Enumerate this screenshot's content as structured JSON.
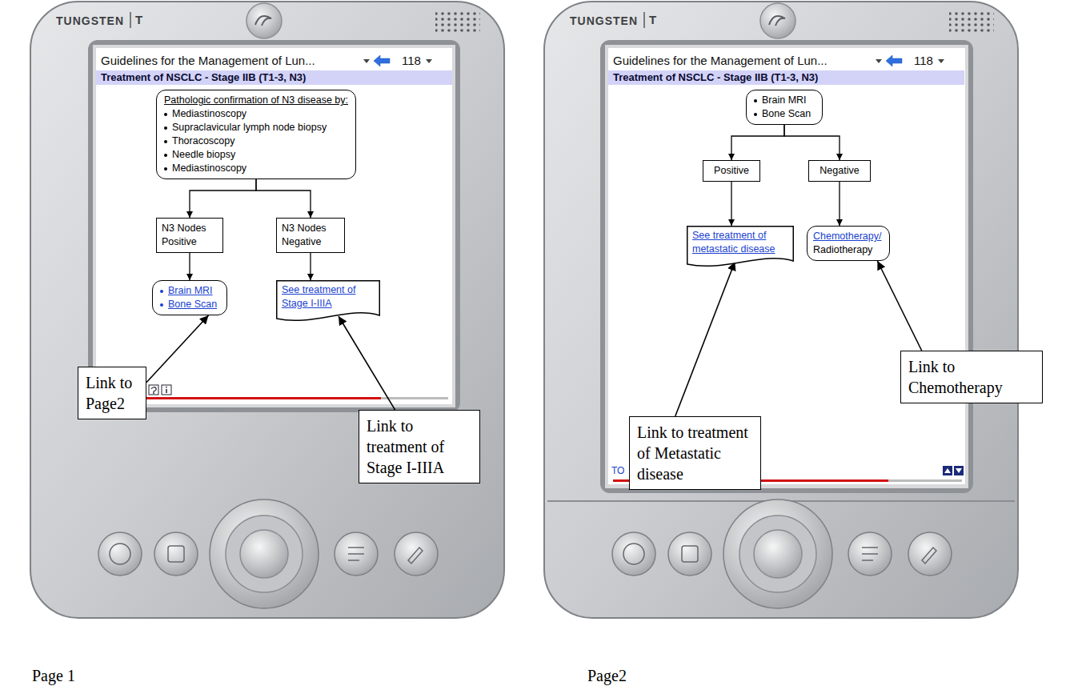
{
  "diagram": {
    "nodes": [
      {
        "text": [
          "Guidelines for the Management of Lun...",
          "118",
          "Treatment of NSCLC - Stage IIB (T1-3, N3)"
        ]
      },
      {
        "text": [
          "Pathologic confirmation of N3 disease by:",
          "Mediastinoscopy",
          "Supraclavicular lymph node biopsy",
          "Thoracoscopy",
          "Needle biopsy",
          "Mediastinoscopy"
        ],
        "in": 0
      },
      {
        "text": [
          "N3 Nodes Positive"
        ],
        "in": 0
      },
      {
        "text": [
          "N3 Nodes Negative"
        ],
        "in": 0
      },
      {
        "text": [
          "Brain MRI",
          "Bone Scan"
        ],
        "in": 0
      },
      {
        "text": [
          "See treatment of Stage I-IIIA"
        ],
        "in": 0
      },
      {
        "text": [
          "Guidelines for the Management of Lun...",
          "118",
          "Treatment of NSCLC - Stage IIB (T1-3, N3)"
        ]
      },
      {
        "text": [
          "Brain MRI",
          "Bone Scan"
        ],
        "in": 6
      },
      {
        "text": [
          "Positive"
        ],
        "in": 6
      },
      {
        "text": [
          "Negative"
        ],
        "in": 6
      },
      {
        "text": [
          "See treatment of metastatic disease"
        ],
        "in": 6
      },
      {
        "text": [
          "Chemotherapy/",
          "Radiotherapy"
        ],
        "in": 6
      },
      {
        "text": [
          "Link to Page2"
        ]
      },
      {
        "text": [
          "Link to treatment of Stage I-IIIA"
        ]
      },
      {
        "text": [
          "Link to treatment of Metastatic disease"
        ]
      },
      {
        "text": [
          "Link to Chemotherapy"
        ]
      }
    ],
    "edges": [
      {
        "from": 1,
        "to": 2,
        "arrow": "to"
      },
      {
        "from": 1,
        "to": 3,
        "arrow": "to"
      },
      {
        "from": 2,
        "to": 4,
        "arrow": "to"
      },
      {
        "from": 3,
        "to": 5,
        "arrow": "to"
      },
      {
        "from": 7,
        "to": 8,
        "arrow": "to"
      },
      {
        "from": 7,
        "to": 9,
        "arrow": "to"
      },
      {
        "from": 8,
        "to": 10,
        "arrow": "to"
      },
      {
        "from": 9,
        "to": 11,
        "arrow": "to"
      },
      {
        "from": 12,
        "to": 4,
        "arrow": "to"
      },
      {
        "from": 13,
        "to": 5,
        "arrow": "to"
      },
      {
        "from": 14,
        "to": 10,
        "arrow": "to"
      },
      {
        "from": 15,
        "to": 11,
        "arrow": "to"
      }
    ],
    "labels": [
      "TUNGSTEN",
      "T",
      "TUNGSTEN",
      "T",
      "TO",
      "Page 1",
      "Page2"
    ]
  }
}
